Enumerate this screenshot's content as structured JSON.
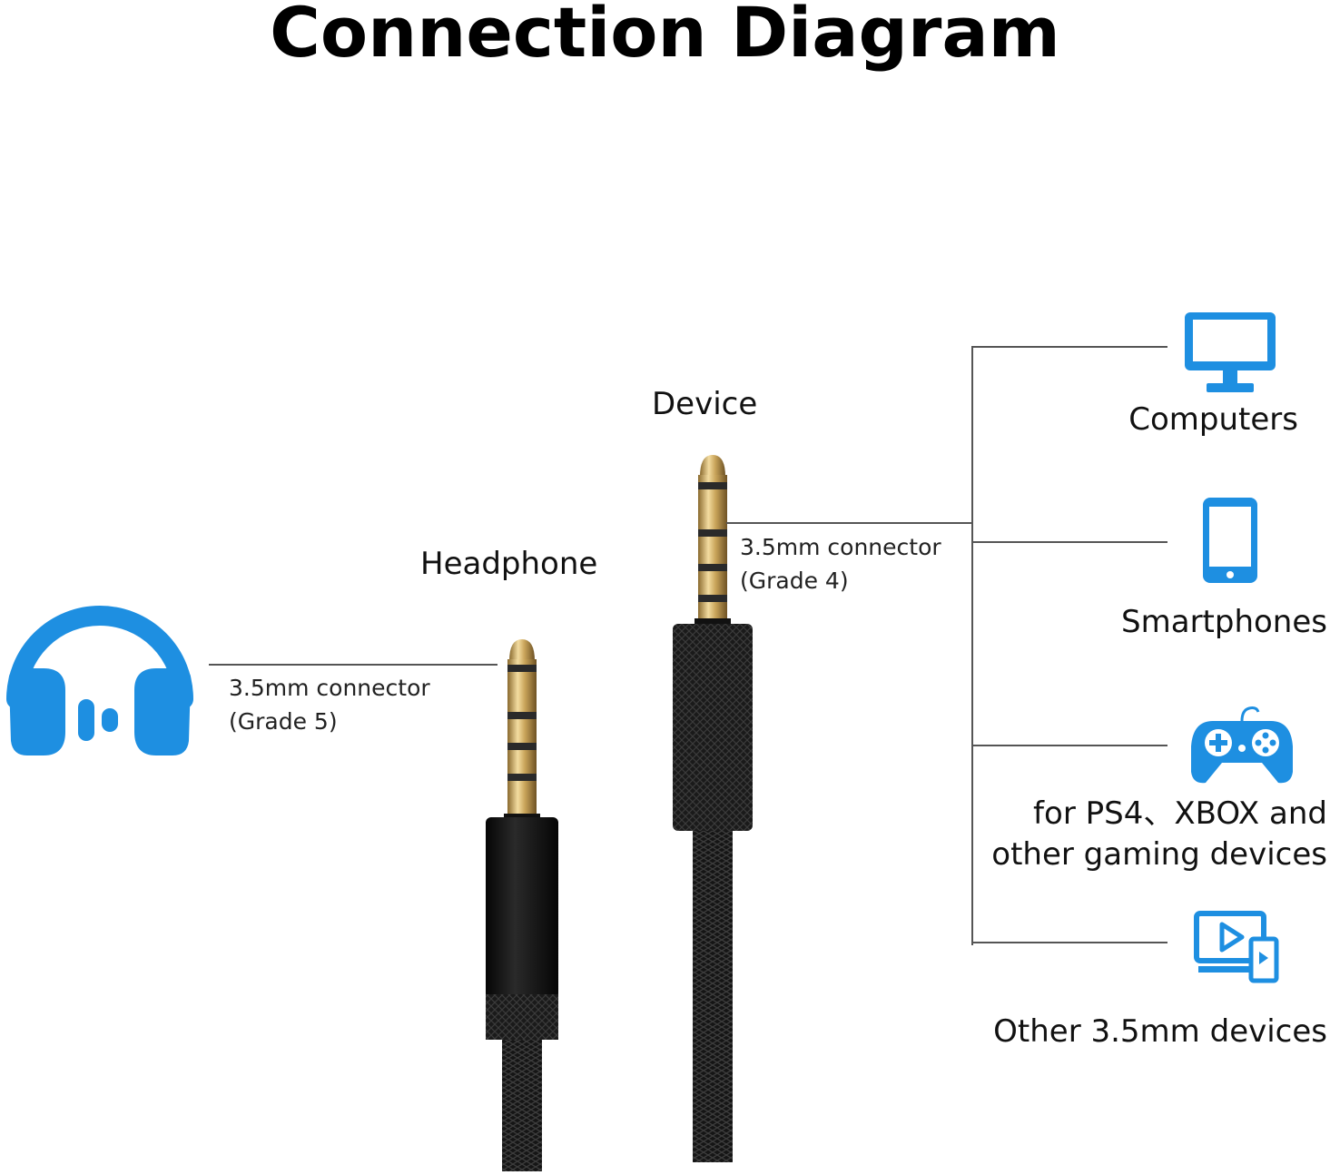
{
  "title": "Connection Diagram",
  "headphone": {
    "label": "Headphone",
    "connector_line1": "3.5mm connector",
    "connector_line2": "(Grade 5)",
    "icon": "headphones-icon"
  },
  "device": {
    "label": "Device",
    "connector_line1": "3.5mm connector",
    "connector_line2": "(Grade 4)"
  },
  "targets": [
    {
      "label": "Computers",
      "icon": "monitor-icon"
    },
    {
      "label": "Smartphones",
      "icon": "smartphone-icon"
    },
    {
      "label_line1": "for PS4、XBOX and",
      "label_line2": "other gaming devices",
      "icon": "gamepad-icon"
    },
    {
      "label": "Other 3.5mm devices",
      "icon": "media-devices-icon"
    }
  ],
  "colors": {
    "accent": "#1e8fe1",
    "line": "#555555",
    "plug_gold": "#c9a45a",
    "plug_black": "#111111"
  }
}
